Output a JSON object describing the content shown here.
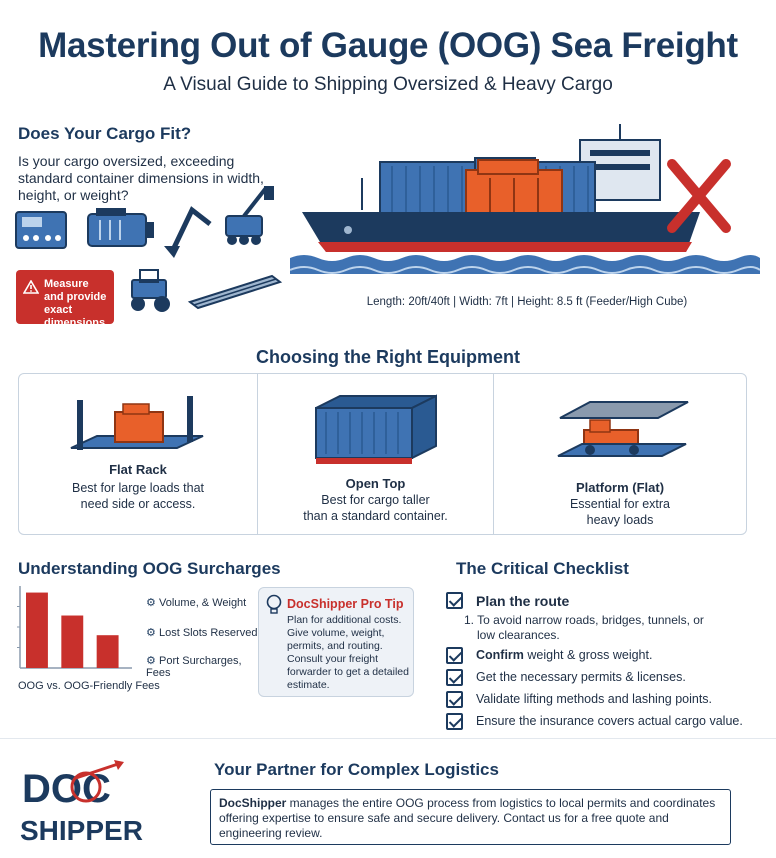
{
  "header": {
    "title": "Mastering Out of Gauge (OOG) Sea Freight",
    "subtitle": "A Visual Guide to Shipping Oversized & Heavy Cargo"
  },
  "fit": {
    "heading": "Does Your Cargo Fit?",
    "text": "Is your cargo oversized, exceeding standard container dimensions in width, height, or weight?",
    "warning": "Measure and provide exact dimensions."
  },
  "ship": {
    "dimensions": "Length: 20ft/40ft | Width: 7ft | Height: 8.5 ft (Feeder/High Cube)"
  },
  "equipment": {
    "heading": "Choosing the Right Equipment",
    "items": [
      {
        "name": "Flat Rack",
        "desc_line1": "Best for large loads that",
        "desc_line2": "need side or access."
      },
      {
        "name": "Open Top",
        "desc_line1": "Best for cargo taller",
        "desc_line2": "than a standard container."
      },
      {
        "name": "Platform (Flat)",
        "desc_line1": "Essential for extra",
        "desc_line2": "heavy loads"
      }
    ]
  },
  "surcharges": {
    "heading": "Understanding OOG Surcharges",
    "caption": "OOG vs. OOG-Friendly Fees",
    "items": [
      "Volume, & Weight",
      "Lost Slots Reserved",
      "Port Surcharges, Fees"
    ],
    "chart_data": {
      "type": "bar",
      "values": [
        92,
        64,
        40
      ],
      "ylim": [
        0,
        100
      ]
    }
  },
  "tip": {
    "title": "DocShipper Pro Tip",
    "body": "Plan for additional costs. Give volume, weight, permits, and routing. Consult your freight forwarder to get a detailed estimate."
  },
  "checklist": {
    "heading": "The Critical Checklist",
    "items": [
      {
        "bold": "Plan the route",
        "rest": ""
      },
      {
        "bold": "Confirm",
        "rest": " weight & gross weight."
      },
      {
        "bold": "",
        "rest": "Get the necessary permits & licenses."
      },
      {
        "bold": "",
        "rest": "Validate lifting methods and lashing points."
      },
      {
        "bold": "",
        "rest": "Ensure the insurance covers actual cargo value."
      }
    ],
    "sub_line1": "1.  To avoid narrow roads, bridges, tunnels, or",
    "sub_line2": "low clearances."
  },
  "partner": {
    "heading": "Your Partner for Complex Logistics",
    "brand": "DocShipper",
    "body": " manages the entire OOG process from logistics to local permits and coordinates offering expertise to ensure safe and secure delivery. Contact us for a free quote and engineering review.",
    "logo_top": "DOC",
    "logo_bottom": "SHIPPER"
  },
  "colors": {
    "navy": "#1c3a5e",
    "red": "#c8302c",
    "orange": "#e8602a",
    "container_blue": "#3f73b3"
  }
}
